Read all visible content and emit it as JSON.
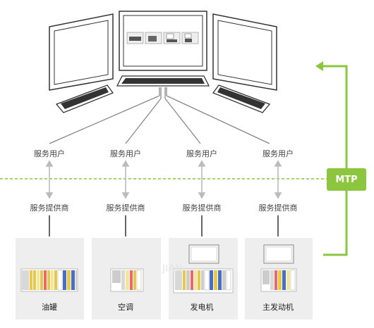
{
  "mtp": {
    "label": "MTP"
  },
  "colors": {
    "accent": "#8cc63f",
    "line": "#888888",
    "device_bg": "#eeeeee"
  },
  "service_users": [
    "服务用户",
    "服务用户",
    "服务用户",
    "服务用户"
  ],
  "service_providers": [
    "服务提供商",
    "服务提供商",
    "服务提供商",
    "服务提供商"
  ],
  "devices": [
    "油罐",
    "空调",
    "发电机",
    "主发动机"
  ],
  "watermark": "JIAN"
}
